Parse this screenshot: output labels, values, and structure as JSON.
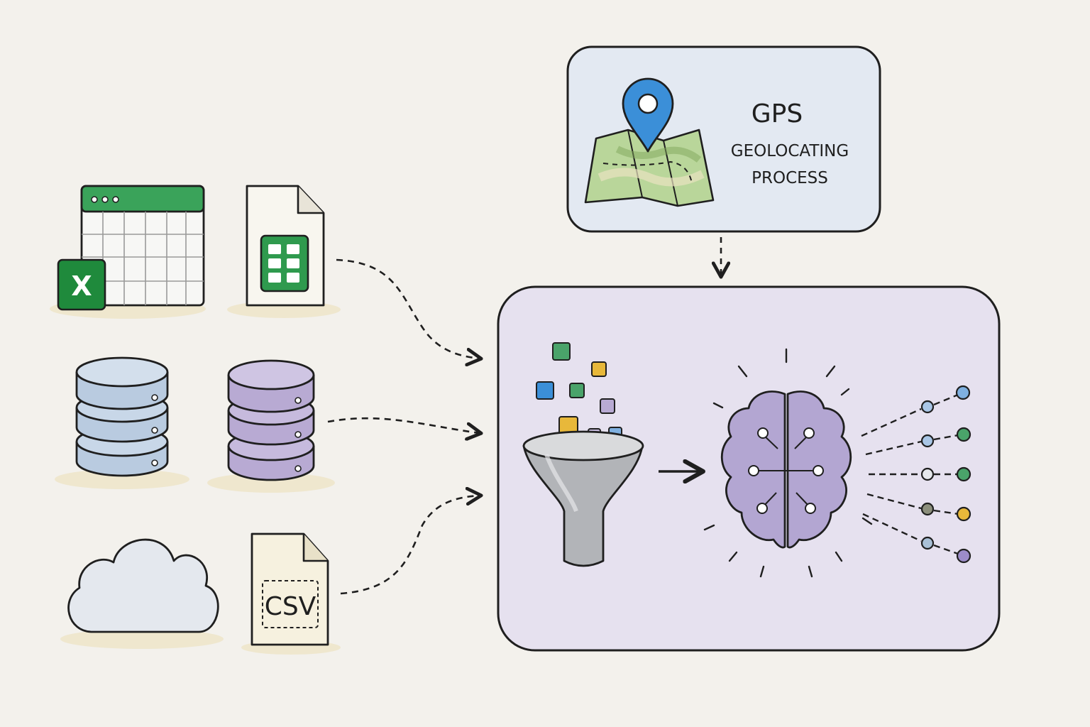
{
  "gps_panel": {
    "title": "GPS",
    "subtitle_line1": "GEOLOCATING",
    "subtitle_line2": "PROCESS"
  },
  "sources": {
    "csv_label": "CSV",
    "excel_badge_letter": "X"
  },
  "icons": {
    "excel": "excel-spreadsheet-icon",
    "sheets": "google-sheets-file-icon",
    "db_blue": "database-icon",
    "db_purple": "database-icon",
    "cloud": "cloud-icon",
    "csv": "csv-file-icon",
    "map": "map-icon",
    "pin": "location-pin-icon",
    "funnel": "funnel-icon",
    "brain": "brain-icon"
  },
  "colors": {
    "background": "#f3f1ec",
    "excel_green": "#1f8a3c",
    "gps_panel_fill": "#e3e9f2",
    "process_panel_fill": "#e6e1ef",
    "db_blue": "#b9cbe0",
    "db_purple": "#b8aad3",
    "brain": "#b3a6d2",
    "pin_blue": "#3b8fd8",
    "output_blue": "#7fb0e0",
    "output_green": "#4aa36a",
    "output_yellow": "#e8b83a",
    "output_purple": "#9c8cc8"
  }
}
